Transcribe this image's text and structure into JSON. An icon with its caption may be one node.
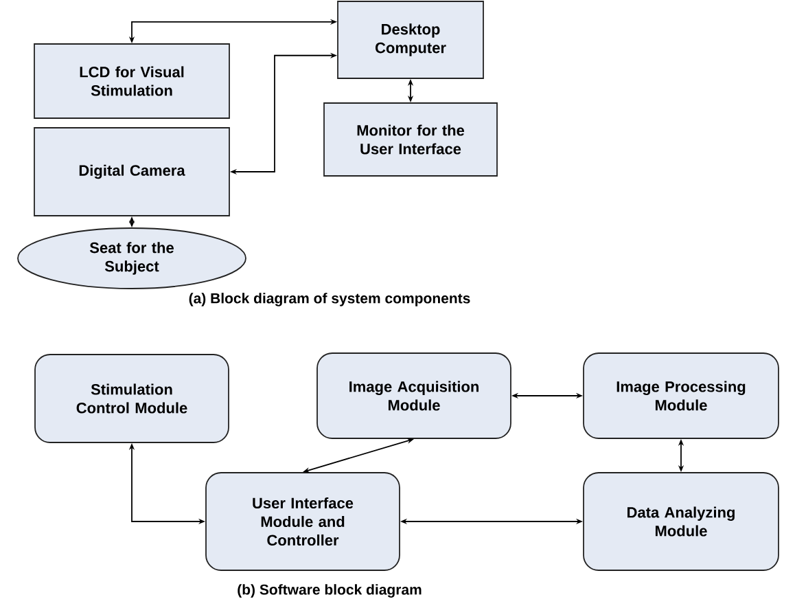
{
  "diagram": {
    "nodes": [
      {
        "text": [
          "Desktop Computer"
        ]
      },
      {
        "text": [
          "LCD for Visual Stimulation"
        ]
      },
      {
        "text": [
          "Monitor for the User Interface"
        ]
      },
      {
        "text": [
          "Digital Camera"
        ]
      },
      {
        "text": [
          "Seat for the Subject"
        ]
      },
      {
        "text": [
          "Stimulation Control Module"
        ]
      },
      {
        "text": [
          "Image Acquisition Module"
        ]
      },
      {
        "text": [
          "Image Processing Module"
        ]
      },
      {
        "text": [
          "User Interface Module and Controller"
        ]
      },
      {
        "text": [
          "Data Analyzing Module"
        ]
      }
    ],
    "edges": [
      {
        "from": 1,
        "to": 0,
        "arrow": "both"
      },
      {
        "from": 3,
        "to": 0,
        "arrow": "both"
      },
      {
        "from": 0,
        "to": 2,
        "arrow": "both"
      },
      {
        "from": 3,
        "to": 4,
        "arrow": "both"
      },
      {
        "from": 5,
        "to": 8,
        "arrow": "both"
      },
      {
        "from": 8,
        "to": 6,
        "arrow": "both"
      },
      {
        "from": 6,
        "to": 7,
        "arrow": "both"
      },
      {
        "from": 7,
        "to": 9,
        "arrow": "both"
      },
      {
        "from": 8,
        "to": 9,
        "arrow": "both"
      }
    ],
    "labels": [
      "(a)  Block diagram of system components",
      "(b)  Software block diagram"
    ]
  }
}
